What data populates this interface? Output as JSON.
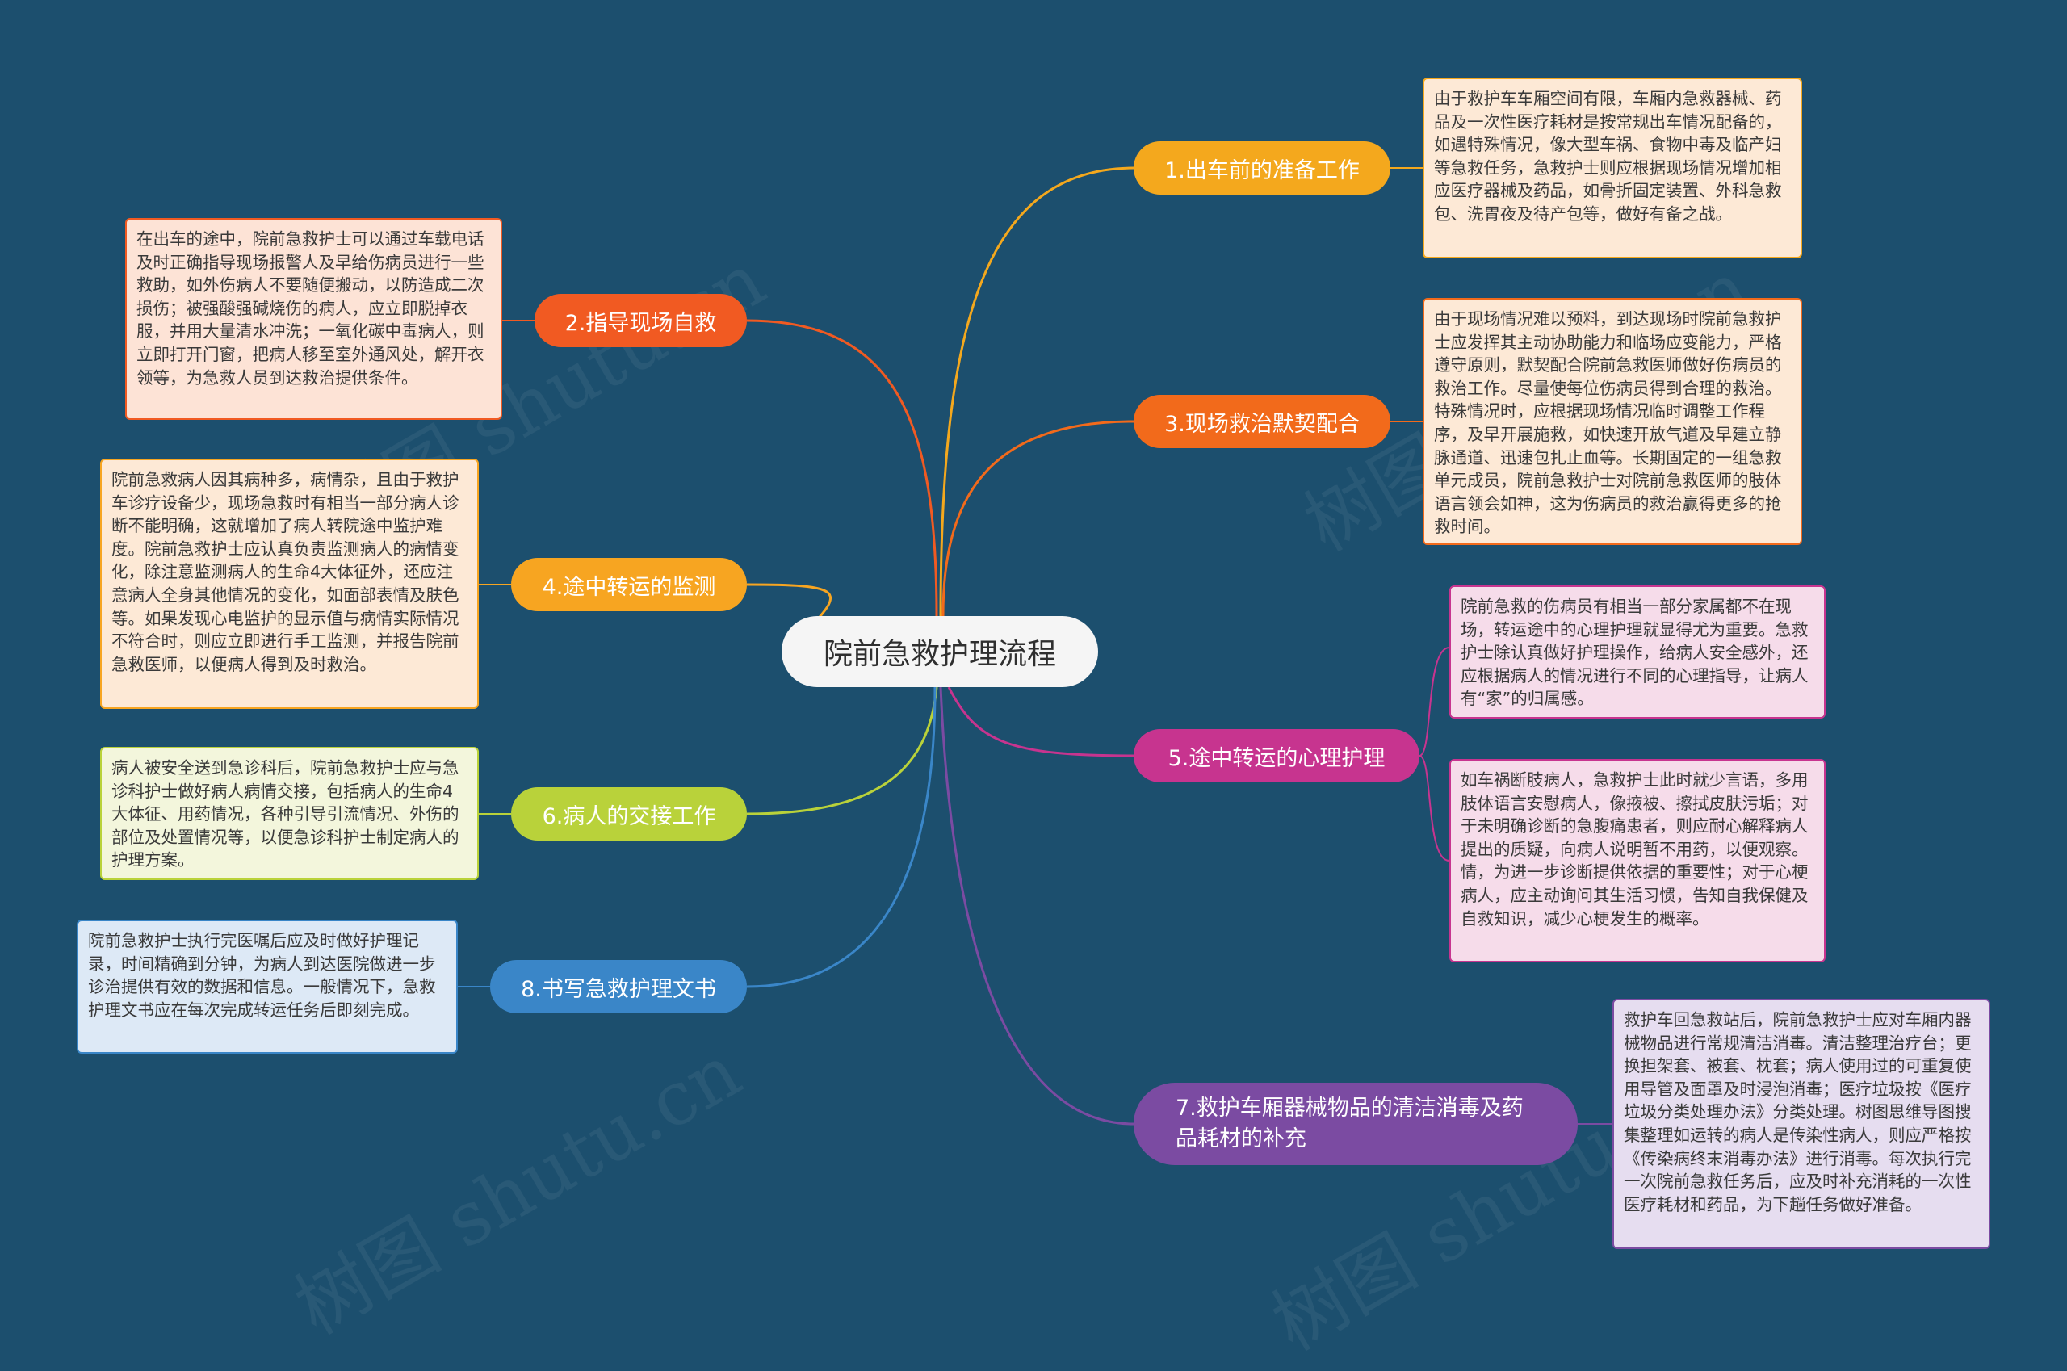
{
  "center_title": "院前急救护理流程",
  "branches": [
    {
      "label": "1.出车前的准备工作",
      "color": "#f4a81d"
    },
    {
      "label": "2.指导现场自救",
      "color": "#f15a22"
    },
    {
      "label": "3.现场救治默契配合",
      "color": "#f26a1b"
    },
    {
      "label": "4.途中转运的监测",
      "color": "#f7a521"
    },
    {
      "label": "5.途中转运的心理护理",
      "color": "#c7348f"
    },
    {
      "label": "6.病人的交接工作",
      "color": "#b9d23a"
    },
    {
      "label": "7.救护车厢器械物品的清洁消毒及药品耗材的补充",
      "color": "#7b4ba2"
    },
    {
      "label": "8.书写急救护理文书",
      "color": "#3a86c8"
    }
  ],
  "notes": {
    "n1": "由于救护车车厢空间有限，车厢内急救器械、药品及一次性医疗耗材是按常规出车情况配备的，如遇特殊情况，像大型车祸、食物中毒及临产妇等急救任务，急救护士则应根据现场情况增加相应医疗器械及药品，如骨折固定装置、外科急救包、洗胃夜及待产包等，做好有备之战。",
    "n2": "在出车的途中，院前急救护士可以通过车载电话及时正确指导现场报警人及早给伤病员进行一些救助，如外伤病人不要随便搬动，以防造成二次损伤；被强酸强碱烧伤的病人，应立即脱掉衣服，并用大量清水冲洗；一氧化碳中毒病人，则立即打开门窗，把病人移至室外通风处，解开衣领等，为急救人员到达救治提供条件。",
    "n3": "由于现场情况难以预料，到达现场时院前急救护士应发挥其主动协助能力和临场应变能力，严格遵守原则，默契配合院前急救医师做好伤病员的救治工作。尽量使每位伤病员得到合理的救治。特殊情况时，应根据现场情况临时调整工作程序，及早开展施救，如快速开放气道及早建立静脉通道、迅速包扎止血等。长期固定的一组急救单元成员，院前急救护士对院前急救医师的肢体语言领会如神，这为伤病员的救治赢得更多的抢救时间。",
    "n4": "院前急救病人因其病种多，病情杂，且由于救护车诊疗设备少，现场急救时有相当一部分病人诊断不能明确，这就增加了病人转院途中监护难度。院前急救护士应认真负责监测病人的病情变化，除注意监测病人的生命4大体征外，还应注意病人全身其他情况的变化，如面部表情及肤色等。如果发现心电监护的显示值与病情实际情况不符合时，则应立即进行手工监测，并报告院前急救医师，以便病人得到及时救治。",
    "n5a": "院前急救的伤病员有相当一部分家属都不在现场，转运途中的心理护理就显得尤为重要。急救护士除认真做好护理操作，给病人安全感外，还应根据病人的情况进行不同的心理指导，让病人有“家”的归属感。",
    "n5b": "如车祸断肢病人，急救护士此时就少言语，多用肢体语言安慰病人，像掖被、擦拭皮肤污垢；对于未明确诊断的急腹痛患者，则应耐心解释病人提出的质疑，向病人说明暂不用药，以便观察。情，为进一步诊断提供依据的重要性；对于心梗病人，应主动询问其生活习惯，告知自我保健及自救知识，减少心梗发生的概率。",
    "n6": "病人被安全送到急诊科后，院前急救护士应与急诊科护士做好病人病情交接，包括病人的生命4大体征、用药情况，各种引导引流情况、外伤的部位及处置情况等，以便急诊科护士制定病人的护理方案。",
    "n7": "救护车回急救站后，院前急救护士应对车厢内器械物品进行常规清洁消毒。清洁整理治疗台；更换担架套、被套、枕套；病人使用过的可重复使用导管及面罩及时浸泡消毒；医疗垃圾按《医疗垃圾分类处理办法》分类处理。树图思维导图搜集整理如运转的病人是传染性病人，则应严格按《传染病终末消毒办法》进行消毒。每次执行完一次院前急救任务后，应及时补充消耗的一次性医疗耗材和药品，为下趟任务做好准备。",
    "n8": "院前急救护士执行完医嘱后应及时做好护理记录，时间精确到分钟，为病人到达医院做进一步诊治提供有效的数据和信息。一般情况下，急救护理文书应在每次完成转运任务后即刻完成。"
  },
  "note_colors": {
    "orange_bg": "#fde9d6",
    "orange_border": "#f4a81d",
    "red_bg": "#fde3d6",
    "red_border": "#f15a22",
    "pink_bg": "#f6dcea",
    "pink_border": "#c7348f",
    "green_bg": "#f3f6dc",
    "green_border": "#b9d23a",
    "purple_bg": "#e6ddf0",
    "purple_border": "#7b4ba2",
    "blue_bg": "#dde9f6",
    "blue_border": "#3a86c8"
  },
  "watermark": "树图 shutu.cn"
}
